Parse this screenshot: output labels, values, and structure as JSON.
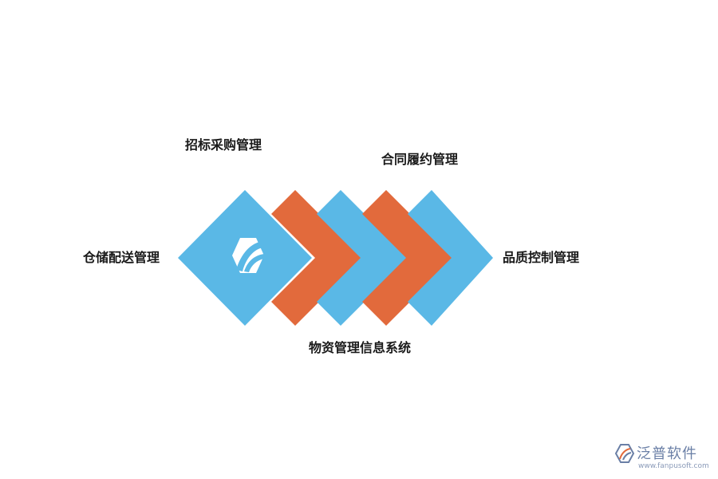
{
  "diagram": {
    "center_label": "物资管理信息系统",
    "modules": {
      "top_left": "招标采购管理",
      "top_right": "合同履约管理",
      "left": "仓储配送管理",
      "right": "品质控制管理"
    },
    "colors": {
      "blue": "#5ab8e6",
      "orange": "#e26a3c",
      "logo": "#ffffff"
    },
    "icons": [
      "brand-logo-icon"
    ]
  },
  "watermark": {
    "brand": "泛普软件",
    "url": "www.fanpusoft.com"
  }
}
